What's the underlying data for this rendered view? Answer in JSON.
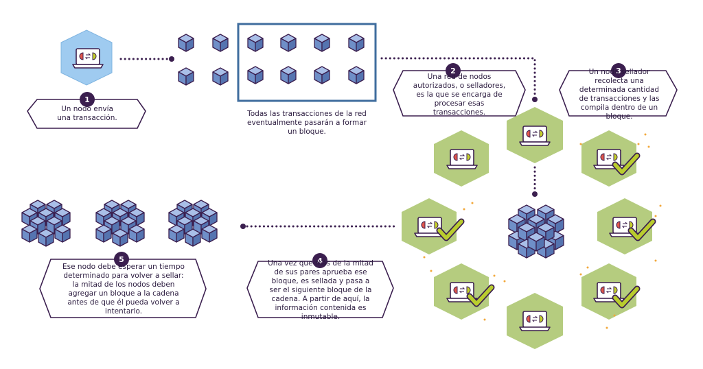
{
  "steps": [
    {
      "number": "1",
      "text": "Un nodo envía una transacción."
    },
    {
      "number": "2",
      "text": "Una red de nodos autorizados, o selladores, es la que se encarga de procesar esas transacciones."
    },
    {
      "number": "3",
      "text": "Un nodo sellador recolecta una determinada cantidad de transacciones y las compila dentro de un bloque."
    },
    {
      "number": "4",
      "text": "Una vez que más de la mitad de sus pares aprueba ese bloque, es sellada y pasa a ser el siguiente bloque de la cadena. A partir de aquí, la información contenida es inmutable."
    },
    {
      "number": "5",
      "text": "Ese nodo debe esperar un tiempo determinado para volver a sellar: la mitad de los nodos deben agregar un bloque a la cadena antes de que él pueda volver a intentarlo."
    }
  ],
  "block_caption": "Todas las transacciones de la red eventualmente pasarán a formar un bloque.",
  "colors": {
    "dark_purple": "#3b1f4f",
    "blue_hex": "#9fcbf0",
    "green_hex": "#b5cc7f",
    "cube_blue": "#6f8fc8",
    "frame_blue": "#3f6d9e",
    "check_green": "#b9cc2e"
  }
}
